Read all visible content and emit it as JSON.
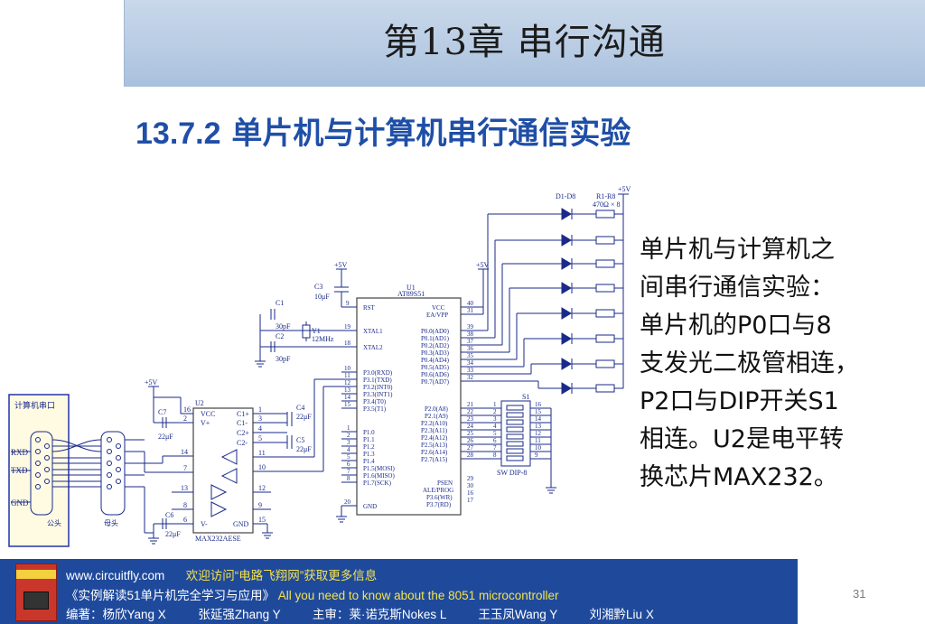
{
  "slide": {
    "chapter_title": "第13章  串行沟通",
    "section_number": "13.7.2",
    "section_title": "单片机与计算机串行通信实验",
    "description_lines": [
      "单片机与计算机之",
      "间串行通信实验：",
      "单片机的P0口与8",
      "支发光二极管相连，",
      "P2口与DIP开关S1",
      "相连。U2是电平转",
      "换芯片MAX232。"
    ],
    "page_number": "31"
  },
  "schematic": {
    "pc_box_label": "计算机串口",
    "pc_pins": [
      "RXD",
      "TXD",
      "GND"
    ],
    "pc_connector_label": "公头",
    "db9_label": "母头",
    "u1_ref": "U1",
    "u1_part": "AT89S51",
    "u2_ref": "U2",
    "u2_part": "MAX232AESE",
    "vcc_label": "+5V",
    "led_ref": "D1-D8",
    "res_ref": "R1-R8",
    "res_value": "470Ω × 8",
    "sw_ref": "S1",
    "sw_part": "SW DIP-8",
    "c1": "C1",
    "c1v": "30pF",
    "c2": "C2",
    "c2v": "30pF",
    "c3": "C3",
    "c3v": "10μF",
    "y1": "Y1",
    "y1v": "12MHz",
    "c4": "C4",
    "c4v": "22μF",
    "c5": "C5",
    "c5v": "22μF",
    "c6": "C6",
    "c6v": "22μF",
    "c7": "C7",
    "c7v": "22μF",
    "u1_left_pins": [
      {
        "n": "9",
        "name": "RST"
      },
      {
        "n": "19",
        "name": "XTAL1"
      },
      {
        "n": "18",
        "name": "XTAL2"
      },
      {
        "n": "10",
        "name": "P3.0(RXD)"
      },
      {
        "n": "11",
        "name": "P3.1(TXD)"
      },
      {
        "n": "12",
        "name": "P3.2(INT0)"
      },
      {
        "n": "13",
        "name": "P3.3(INT1)"
      },
      {
        "n": "14",
        "name": "P3.4(T0)"
      },
      {
        "n": "15",
        "name": "P3.5(T1)"
      },
      {
        "n": "1",
        "name": "P1.0"
      },
      {
        "n": "2",
        "name": "P1.1"
      },
      {
        "n": "3",
        "name": "P1.2"
      },
      {
        "n": "4",
        "name": "P1.3"
      },
      {
        "n": "5",
        "name": "P1.4"
      },
      {
        "n": "6",
        "name": "P1.5(MOSI)"
      },
      {
        "n": "7",
        "name": "P1.6(MISO)"
      },
      {
        "n": "8",
        "name": "P1.7(SCK)"
      },
      {
        "n": "20",
        "name": "GND"
      }
    ],
    "u1_right_pins": [
      {
        "n": "40",
        "name": "VCC"
      },
      {
        "n": "31",
        "name": "EA/VPP"
      },
      {
        "n": "39",
        "name": "P0.0(AD0)"
      },
      {
        "n": "38",
        "name": "P0.1(AD1)"
      },
      {
        "n": "37",
        "name": "P0.2(AD2)"
      },
      {
        "n": "36",
        "name": "P0.3(AD3)"
      },
      {
        "n": "35",
        "name": "P0.4(AD4)"
      },
      {
        "n": "34",
        "name": "P0.5(AD5)"
      },
      {
        "n": "33",
        "name": "P0.6(AD6)"
      },
      {
        "n": "32",
        "name": "P0.7(AD7)"
      },
      {
        "n": "21",
        "name": "P2.0(A8)"
      },
      {
        "n": "22",
        "name": "P2.1(A9)"
      },
      {
        "n": "23",
        "name": "P2.2(A10)"
      },
      {
        "n": "24",
        "name": "P2.3(A11)"
      },
      {
        "n": "25",
        "name": "P2.4(A12)"
      },
      {
        "n": "26",
        "name": "P2.5(A13)"
      },
      {
        "n": "27",
        "name": "P2.6(A14)"
      },
      {
        "n": "28",
        "name": "P2.7(A15)"
      },
      {
        "n": "29",
        "name": "PSEN"
      },
      {
        "n": "30",
        "name": "ALE/PROG"
      },
      {
        "n": "16",
        "name": "P3.6(WR)"
      },
      {
        "n": "17",
        "name": "P3.7(RD)"
      }
    ],
    "u2_left_pins": [
      {
        "n": "16",
        "name": "VCC"
      },
      {
        "n": "2",
        "name": "V+"
      },
      {
        "n": "14",
        "name": ""
      },
      {
        "n": "7",
        "name": ""
      },
      {
        "n": "13",
        "name": ""
      },
      {
        "n": "8",
        "name": ""
      },
      {
        "n": "6",
        "name": "V-"
      }
    ],
    "u2_right_pins": [
      {
        "n": "1",
        "name": "C1+"
      },
      {
        "n": "3",
        "name": "C1-"
      },
      {
        "n": "4",
        "name": "C2+"
      },
      {
        "n": "5",
        "name": "C2-"
      },
      {
        "n": "11",
        "name": ""
      },
      {
        "n": "10",
        "name": ""
      },
      {
        "n": "12",
        "name": ""
      },
      {
        "n": "9",
        "name": ""
      },
      {
        "n": "15",
        "name": "GND"
      }
    ],
    "sw_left_pins": [
      "1",
      "2",
      "3",
      "4",
      "5",
      "6",
      "7",
      "8"
    ],
    "sw_right_pins": [
      "16",
      "15",
      "14",
      "13",
      "12",
      "11",
      "10",
      "9"
    ]
  },
  "footer": {
    "url": "www.circuitfly.com",
    "welcome": "欢迎访问“电路飞翔网”获取更多信息",
    "book_cn": "《实例解读51单片机完全学习与应用》",
    "book_en": "All you need to know about the 8051 microcontroller",
    "authors_label": "编著：",
    "author1": "杨欣Yang X",
    "author2": "张延强Zhang Y",
    "reviewers_label": "主审：",
    "reviewer1": "莱·诺克斯Nokes L",
    "reviewer2": "王玉凤Wang Y",
    "reviewer3": "刘湘黔Liu X"
  }
}
